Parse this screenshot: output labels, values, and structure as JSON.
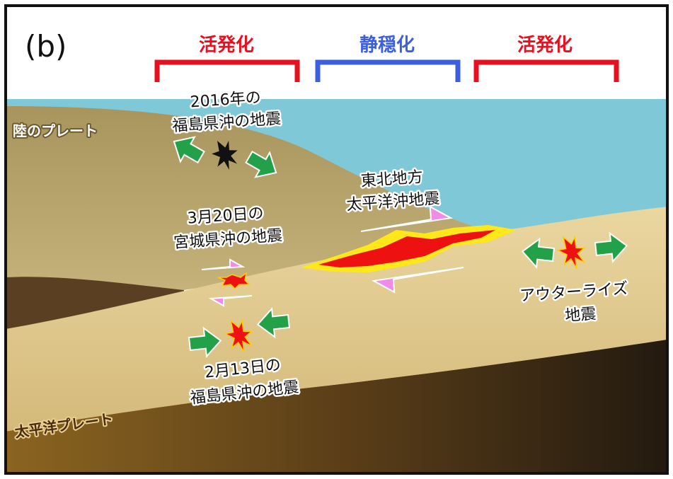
{
  "panel_label": "(b)",
  "header": [
    {
      "label": "活発化",
      "color": "#e8101e"
    },
    {
      "label": "静穏化",
      "color": "#3b5fe0"
    },
    {
      "label": "活発化",
      "color": "#e8101e"
    }
  ],
  "plates": {
    "continental": "陸のプレート",
    "pacific": "太平洋プレート"
  },
  "earthquakes": {
    "fukushima_2016": [
      "2016年の",
      "福島県沖の地震"
    ],
    "tohoku": [
      "東北地方",
      "太平洋沖地震"
    ],
    "miyagi_mar20": [
      "3月20日の",
      "宮城県沖の地震"
    ],
    "fukushima_feb13": [
      "2月13日の",
      "福島県沖の地震"
    ],
    "outer_rise": [
      "アウターライズ",
      "地震"
    ]
  },
  "colors": {
    "sea": "#7fc8d8",
    "sky": "#ffffff",
    "continental_plate": "#b5a66d",
    "pacific_plate": "#e3cc8c",
    "mantle_wedge": "#5a3f22",
    "deep": "#2a1e12",
    "compression_arrow": "#22a148",
    "slip_arrow": "#f28ae8",
    "rupture": "#ee1111",
    "rupture_halo": "#ffe81a",
    "quake_black": "#111111"
  },
  "icons": {
    "extension_arrow": "green-arrow",
    "compression_arrow": "green-arrow",
    "slip_arrow": "pink-half-arrow",
    "rupture": "starburst"
  }
}
